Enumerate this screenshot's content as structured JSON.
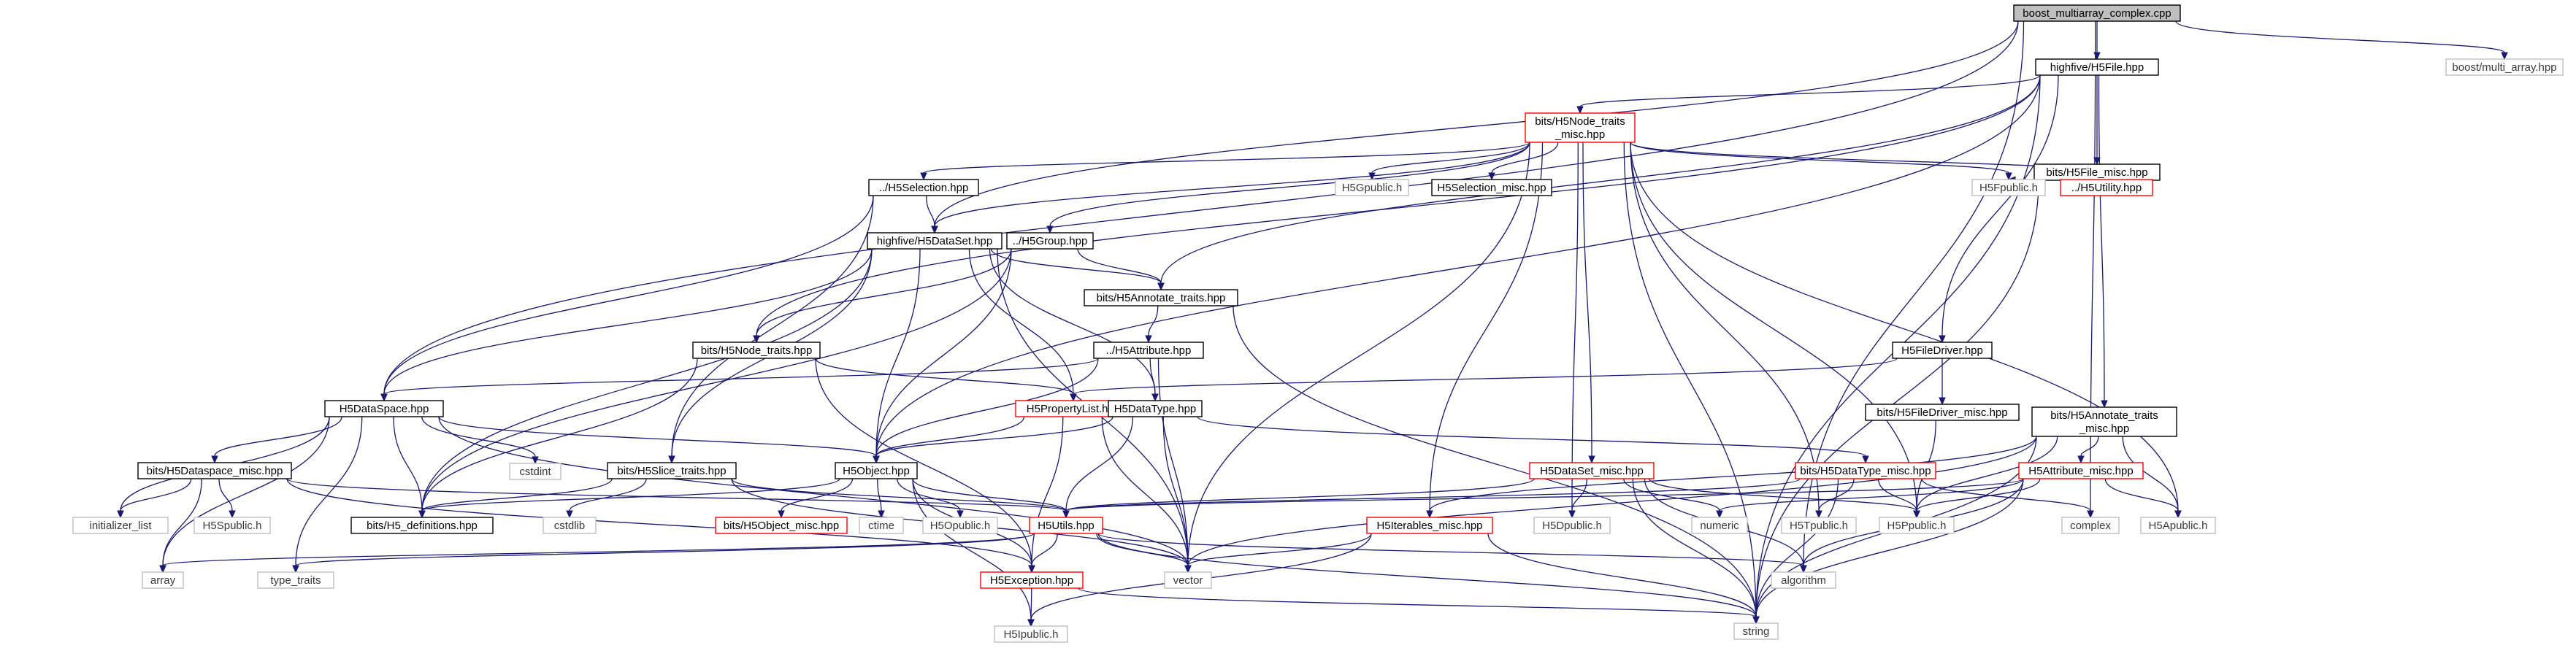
{
  "diagram": {
    "colors": {
      "edge": "#191970",
      "root_fill": "#bfbfbf",
      "documented_border": "#000000",
      "with_includes_border": "#ff0000",
      "system_border": "#bfbfbf",
      "node_fill": "#ffffff",
      "text": "#000000",
      "system_text": "#3a3a3a"
    },
    "nodes": [
      {
        "id": "root",
        "lines": [
          "boost_multiarray_complex.cpp"
        ],
        "kind": "root"
      },
      {
        "id": "h5file",
        "lines": [
          "highfive/H5File.hpp"
        ],
        "kind": "doc"
      },
      {
        "id": "boostma",
        "lines": [
          "boost/multi_array.hpp"
        ],
        "kind": "sys"
      },
      {
        "id": "nodetraitsmisc",
        "lines": [
          "bits/H5Node_traits",
          "_misc.hpp"
        ],
        "kind": "red"
      },
      {
        "id": "h5filemisc",
        "lines": [
          "bits/H5File_misc.hpp"
        ],
        "kind": "doc"
      },
      {
        "id": "h5selection",
        "lines": [
          "../H5Selection.hpp"
        ],
        "kind": "doc"
      },
      {
        "id": "h5gpublic",
        "lines": [
          "H5Gpublic.h"
        ],
        "kind": "sys"
      },
      {
        "id": "h5selmisc",
        "lines": [
          "H5Selection_misc.hpp"
        ],
        "kind": "doc"
      },
      {
        "id": "h5fpublic",
        "lines": [
          "H5Fpublic.h"
        ],
        "kind": "sys"
      },
      {
        "id": "h5utility",
        "lines": [
          "../H5Utility.hpp"
        ],
        "kind": "red"
      },
      {
        "id": "h5dataset",
        "lines": [
          "highfive/H5DataSet.hpp"
        ],
        "kind": "doc"
      },
      {
        "id": "h5group",
        "lines": [
          "../H5Group.hpp"
        ],
        "kind": "doc"
      },
      {
        "id": "annotatetraits",
        "lines": [
          "bits/H5Annotate_traits.hpp"
        ],
        "kind": "doc"
      },
      {
        "id": "h5attribute",
        "lines": [
          "../H5Attribute.hpp"
        ],
        "kind": "doc"
      },
      {
        "id": "nodetraits",
        "lines": [
          "bits/H5Node_traits.hpp"
        ],
        "kind": "doc"
      },
      {
        "id": "h5filedriver",
        "lines": [
          "H5FileDriver.hpp"
        ],
        "kind": "doc"
      },
      {
        "id": "filedrivermisc",
        "lines": [
          "bits/H5FileDriver_misc.hpp"
        ],
        "kind": "doc"
      },
      {
        "id": "annotatemisc",
        "lines": [
          "bits/H5Annotate_traits",
          "_misc.hpp"
        ],
        "kind": "doc"
      },
      {
        "id": "h5dataspace",
        "lines": [
          "H5DataSpace.hpp"
        ],
        "kind": "doc"
      },
      {
        "id": "propertylist",
        "lines": [
          "H5PropertyList.hpp"
        ],
        "kind": "red"
      },
      {
        "id": "h5datatype",
        "lines": [
          "H5DataType.hpp"
        ],
        "kind": "doc"
      },
      {
        "id": "cstdint",
        "lines": [
          "cstdint"
        ],
        "kind": "sys"
      },
      {
        "id": "dataspacemisc",
        "lines": [
          "bits/H5Dataspace_misc.hpp"
        ],
        "kind": "doc"
      },
      {
        "id": "slicetraits",
        "lines": [
          "bits/H5Slice_traits.hpp"
        ],
        "kind": "doc"
      },
      {
        "id": "h5object",
        "lines": [
          "H5Object.hpp"
        ],
        "kind": "doc"
      },
      {
        "id": "datasetmisc",
        "lines": [
          "H5DataSet_misc.hpp"
        ],
        "kind": "red"
      },
      {
        "id": "datatypemisc",
        "lines": [
          "bits/H5DataType_misc.hpp"
        ],
        "kind": "red"
      },
      {
        "id": "attributemisc",
        "lines": [
          "H5Attribute_misc.hpp"
        ],
        "kind": "red"
      },
      {
        "id": "initlist",
        "lines": [
          "initializer_list"
        ],
        "kind": "sys"
      },
      {
        "id": "h5spublic",
        "lines": [
          "H5Spublic.h"
        ],
        "kind": "sys"
      },
      {
        "id": "h5defs",
        "lines": [
          "bits/H5_definitions.hpp"
        ],
        "kind": "doc"
      },
      {
        "id": "cstdlib",
        "lines": [
          "cstdlib"
        ],
        "kind": "sys"
      },
      {
        "id": "objectmisc",
        "lines": [
          "bits/H5Object_misc.hpp"
        ],
        "kind": "red"
      },
      {
        "id": "ctime",
        "lines": [
          "ctime"
        ],
        "kind": "sys"
      },
      {
        "id": "h5opublic",
        "lines": [
          "H5Opublic.h"
        ],
        "kind": "sys"
      },
      {
        "id": "h5utils",
        "lines": [
          "H5Utils.hpp"
        ],
        "kind": "red"
      },
      {
        "id": "iterablesmisc",
        "lines": [
          "H5Iterables_misc.hpp"
        ],
        "kind": "red"
      },
      {
        "id": "h5dpublic",
        "lines": [
          "H5Dpublic.h"
        ],
        "kind": "sys"
      },
      {
        "id": "numeric",
        "lines": [
          "numeric"
        ],
        "kind": "sys"
      },
      {
        "id": "h5tpublic",
        "lines": [
          "H5Tpublic.h"
        ],
        "kind": "sys"
      },
      {
        "id": "h5ppublic",
        "lines": [
          "H5Ppublic.h"
        ],
        "kind": "sys"
      },
      {
        "id": "complex",
        "lines": [
          "complex"
        ],
        "kind": "sys"
      },
      {
        "id": "h5apublic",
        "lines": [
          "H5Apublic.h"
        ],
        "kind": "sys"
      },
      {
        "id": "array",
        "lines": [
          "array"
        ],
        "kind": "sys"
      },
      {
        "id": "typetraits",
        "lines": [
          "type_traits"
        ],
        "kind": "sys"
      },
      {
        "id": "h5exception",
        "lines": [
          "H5Exception.hpp"
        ],
        "kind": "red"
      },
      {
        "id": "vector",
        "lines": [
          "vector"
        ],
        "kind": "sys"
      },
      {
        "id": "algorithm",
        "lines": [
          "algorithm"
        ],
        "kind": "sys"
      },
      {
        "id": "h5ipublic",
        "lines": [
          "H5Ipublic.h"
        ],
        "kind": "sys"
      },
      {
        "id": "string",
        "lines": [
          "string"
        ],
        "kind": "sys"
      }
    ],
    "edges": [
      [
        "root",
        "h5file"
      ],
      [
        "root",
        "boostma"
      ],
      [
        "root",
        "h5dataset"
      ],
      [
        "root",
        "h5dataspace"
      ],
      [
        "root",
        "complex"
      ],
      [
        "root",
        "algorithm"
      ],
      [
        "h5file",
        "nodetraitsmisc"
      ],
      [
        "h5file",
        "h5filemisc"
      ],
      [
        "h5file",
        "h5object"
      ],
      [
        "h5file",
        "nodetraits"
      ],
      [
        "h5file",
        "annotatetraits"
      ],
      [
        "h5file",
        "h5filedriver"
      ],
      [
        "h5file",
        "annotatemisc"
      ],
      [
        "h5file",
        "string"
      ],
      [
        "h5filemisc",
        "h5fpublic"
      ],
      [
        "h5filemisc",
        "h5utility"
      ],
      [
        "h5filemisc",
        "string"
      ],
      [
        "nodetraitsmisc",
        "h5selection"
      ],
      [
        "nodetraitsmisc",
        "h5gpublic"
      ],
      [
        "nodetraitsmisc",
        "h5selmisc"
      ],
      [
        "nodetraitsmisc",
        "h5fpublic"
      ],
      [
        "nodetraitsmisc",
        "h5utility"
      ],
      [
        "nodetraitsmisc",
        "h5dataset"
      ],
      [
        "nodetraitsmisc",
        "h5group"
      ],
      [
        "nodetraitsmisc",
        "datasetmisc"
      ],
      [
        "nodetraitsmisc",
        "iterablesmisc"
      ],
      [
        "nodetraitsmisc",
        "h5dpublic"
      ],
      [
        "nodetraitsmisc",
        "h5tpublic"
      ],
      [
        "nodetraitsmisc",
        "h5ppublic"
      ],
      [
        "nodetraitsmisc",
        "h5apublic"
      ],
      [
        "nodetraitsmisc",
        "vector"
      ],
      [
        "nodetraitsmisc",
        "string"
      ],
      [
        "h5selection",
        "h5dataset"
      ],
      [
        "h5selection",
        "h5dataspace"
      ],
      [
        "h5selection",
        "slicetraits"
      ],
      [
        "h5dataset",
        "annotatetraits"
      ],
      [
        "h5dataset",
        "h5dataspace"
      ],
      [
        "h5dataset",
        "h5object"
      ],
      [
        "h5dataset",
        "h5datatype"
      ],
      [
        "h5dataset",
        "slicetraits"
      ],
      [
        "h5dataset",
        "propertylist"
      ],
      [
        "h5dataset",
        "h5defs"
      ],
      [
        "h5dataset",
        "vector"
      ],
      [
        "h5group",
        "annotatetraits"
      ],
      [
        "h5group",
        "nodetraits"
      ],
      [
        "h5group",
        "h5object"
      ],
      [
        "h5group",
        "h5defs"
      ],
      [
        "annotatetraits",
        "h5attribute"
      ],
      [
        "annotatetraits",
        "string"
      ],
      [
        "h5attribute",
        "h5dataspace"
      ],
      [
        "h5attribute",
        "h5datatype"
      ],
      [
        "h5attribute",
        "h5object"
      ],
      [
        "h5attribute",
        "vector"
      ],
      [
        "nodetraits",
        "propertylist"
      ],
      [
        "nodetraits",
        "h5defs"
      ],
      [
        "nodetraits",
        "h5exception"
      ],
      [
        "h5filedriver",
        "propertylist"
      ],
      [
        "h5filedriver",
        "filedrivermisc"
      ],
      [
        "filedrivermisc",
        "h5ppublic"
      ],
      [
        "annotatemisc",
        "attributemisc"
      ],
      [
        "annotatemisc",
        "iterablesmisc"
      ],
      [
        "annotatemisc",
        "h5ppublic"
      ],
      [
        "annotatemisc",
        "h5apublic"
      ],
      [
        "annotatemisc",
        "vector"
      ],
      [
        "annotatemisc",
        "string"
      ],
      [
        "h5dataspace",
        "dataspacemisc"
      ],
      [
        "h5dataspace",
        "h5object"
      ],
      [
        "h5dataspace",
        "cstdint"
      ],
      [
        "h5dataspace",
        "initlist"
      ],
      [
        "h5dataspace",
        "h5defs"
      ],
      [
        "h5dataspace",
        "array"
      ],
      [
        "h5dataspace",
        "vector"
      ],
      [
        "h5dataspace",
        "typetraits"
      ],
      [
        "dataspacemisc",
        "initlist"
      ],
      [
        "dataspacemisc",
        "h5spublic"
      ],
      [
        "dataspacemisc",
        "array"
      ],
      [
        "dataspacemisc",
        "h5utils"
      ],
      [
        "dataspacemisc",
        "h5exception"
      ],
      [
        "propertylist",
        "h5object"
      ],
      [
        "propertylist",
        "h5exception"
      ],
      [
        "propertylist",
        "vector"
      ],
      [
        "h5datatype",
        "h5object"
      ],
      [
        "h5datatype",
        "datatypemisc"
      ],
      [
        "h5datatype",
        "h5utils"
      ],
      [
        "h5datatype",
        "vector"
      ],
      [
        "slicetraits",
        "h5defs"
      ],
      [
        "slicetraits",
        "cstdlib"
      ],
      [
        "slicetraits",
        "vector"
      ],
      [
        "slicetraits",
        "h5utils"
      ],
      [
        "h5object",
        "h5defs"
      ],
      [
        "h5object",
        "objectmisc"
      ],
      [
        "h5object",
        "ctime"
      ],
      [
        "h5object",
        "h5opublic"
      ],
      [
        "h5object",
        "h5exception"
      ],
      [
        "h5object",
        "h5ipublic"
      ],
      [
        "h5object",
        "h5utils"
      ],
      [
        "datasetmisc",
        "h5dpublic"
      ],
      [
        "datasetmisc",
        "numeric"
      ],
      [
        "datasetmisc",
        "algorithm"
      ],
      [
        "datasetmisc",
        "string"
      ],
      [
        "datasetmisc",
        "h5ppublic"
      ],
      [
        "datasetmisc",
        "h5utils"
      ],
      [
        "datatypemisc",
        "h5tpublic"
      ],
      [
        "datatypemisc",
        "h5ppublic"
      ],
      [
        "datatypemisc",
        "complex"
      ],
      [
        "datatypemisc",
        "string"
      ],
      [
        "datatypemisc",
        "h5utils"
      ],
      [
        "attributemisc",
        "h5apublic"
      ],
      [
        "attributemisc",
        "h5ppublic"
      ],
      [
        "attributemisc",
        "numeric"
      ],
      [
        "attributemisc",
        "algorithm"
      ],
      [
        "attributemisc",
        "string"
      ],
      [
        "attributemisc",
        "h5utils"
      ],
      [
        "iterablesmisc",
        "vector"
      ],
      [
        "iterablesmisc",
        "string"
      ],
      [
        "iterablesmisc",
        "h5ipublic"
      ],
      [
        "h5utils",
        "array"
      ],
      [
        "h5utils",
        "typetraits"
      ],
      [
        "h5utils",
        "vector"
      ],
      [
        "h5utils",
        "h5exception"
      ],
      [
        "h5utils",
        "algorithm"
      ],
      [
        "h5utils",
        "string"
      ],
      [
        "h5exception",
        "h5ipublic"
      ],
      [
        "h5exception",
        "string"
      ]
    ]
  }
}
